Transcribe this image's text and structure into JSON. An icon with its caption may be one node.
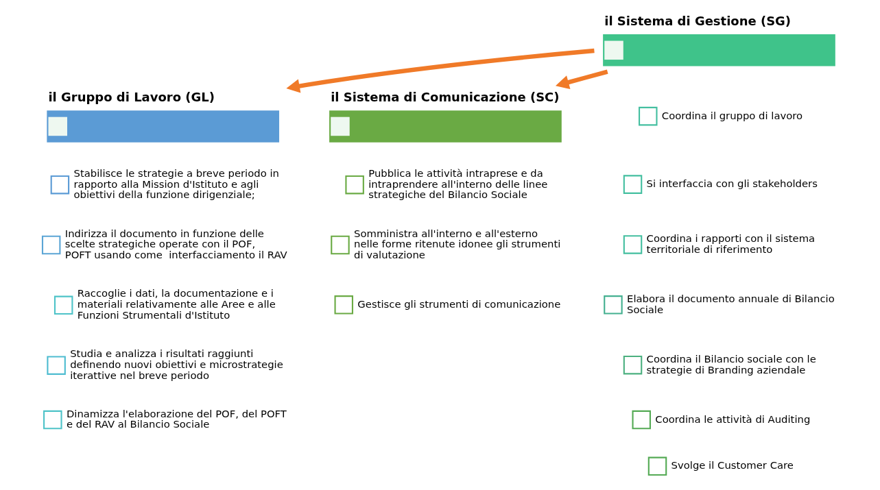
{
  "diagram": {
    "nodes": [
      {
        "text": [
          "il Sistema di Gestione (SG)"
        ]
      },
      {
        "text": [
          "il Gruppo di Lavoro (GL)"
        ]
      },
      {
        "text": [
          "il Sistema di Comunicazione (SC)"
        ]
      },
      {
        "text": [
          "Coordina il gruppo di lavoro"
        ]
      },
      {
        "text": [
          "Si interfaccia con gli stakeholders"
        ]
      },
      {
        "text": [
          "Coordina i rapporti con il sistema territoriale di riferimento"
        ]
      },
      {
        "text": [
          "Elabora il documento annuale di Bilancio Sociale"
        ]
      },
      {
        "text": [
          "Coordina il Bilancio sociale con le strategie di Branding aziendale"
        ]
      },
      {
        "text": [
          "Coordina le attività di Auditing"
        ]
      },
      {
        "text": [
          "Svolge il Customer Care"
        ]
      },
      {
        "text": [
          "Stabilisce le strategie a breve periodo in rapporto alla Mission d'Istituto e agli obiettivi della funzione dirigenziale;"
        ]
      },
      {
        "text": [
          "Indirizza il documento in funzione delle scelte strategiche operate con il POF, POFT usando come  interfacciamento il RAV"
        ]
      },
      {
        "text": [
          "Raccoglie i dati, la documentazione e i materiali relativamente alle Aree e alle Funzioni Strumentali d'Istituto"
        ]
      },
      {
        "text": [
          "Studia e analizza i risultati raggiunti definendo nuovi obiettivi e microstrategie iterattive nel breve periodo"
        ]
      },
      {
        "text": [
          "Dinamizza l'elaborazione del POF, del POFT e del RAV al Bilancio Sociale"
        ]
      },
      {
        "text": [
          "Pubblica le attività intraprese e da intraprendere all'interno delle linee strategiche del Bilancio Sociale"
        ]
      },
      {
        "text": [
          "Somministra all'interno e all'esterno nelle forme ritenute idonee gli strumenti di valutazione"
        ]
      },
      {
        "text": [
          "Gestisce gli strumenti di comunicazione"
        ]
      }
    ],
    "edges": [
      {
        "from": 0,
        "to": 1,
        "arrow": "to"
      },
      {
        "from": 0,
        "to": 2,
        "arrow": "to"
      }
    ]
  }
}
